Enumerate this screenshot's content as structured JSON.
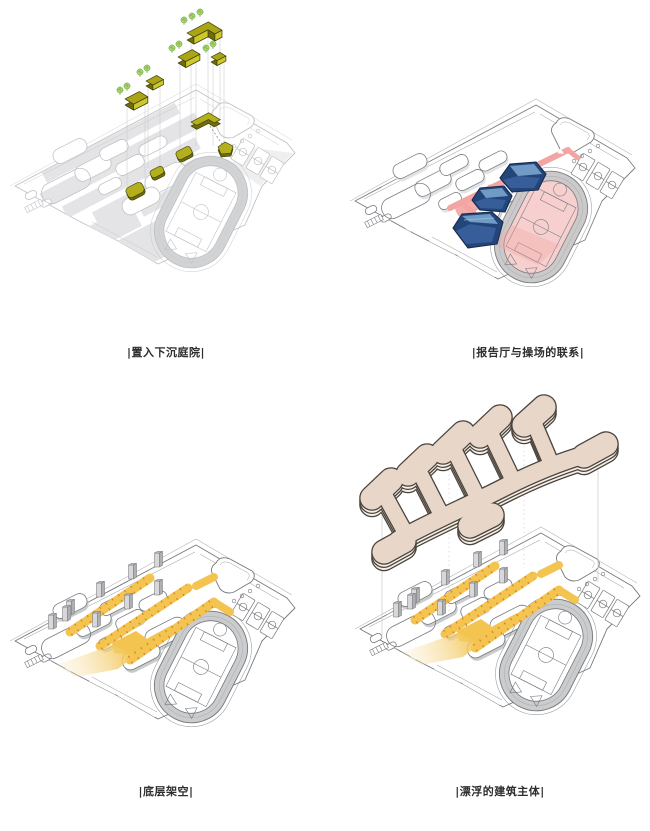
{
  "page": {
    "background": "#ffffff"
  },
  "colors": {
    "caption": "#2e2e2e",
    "line-light": "#bfc2c5",
    "line-dark": "#75787c",
    "band-gray": "#e4e4e6",
    "ring-gray": "#cfd0d2",
    "olive-top": "#a9a516",
    "olive-bright": "#cdc72e",
    "olive-dark": "#6f6c0c",
    "olive-outline": "#3a3906",
    "olive-plan": "#b3af1d",
    "tree-green": "#a8d469",
    "tree-dark": "#5f9b3c",
    "pink": "#f2a5a2",
    "pink-light": "#f7cfcd",
    "blue-deep": "#24457a",
    "blue-mid": "#3c64a0",
    "blue-light": "#7aa4cf",
    "blue-outline": "#132a50",
    "yellow": "#f3c44f",
    "yellow-pale": "#f8e9c4",
    "orange": "#dd7f27",
    "tower-front": "#d8d8da",
    "tower-side": "#aeb0b3",
    "tower-top": "#c9cbcd",
    "slab-top": "#e8d7c9",
    "slab-side": "#f5efe8",
    "slab-outline": "#4b443d"
  },
  "panels": [
    {
      "id": "sunken-courtyards",
      "caption": "|置入下沉庭院|",
      "features": [
        "site-plan",
        "running-track",
        "basketball-courts",
        "floating-olive-volumes",
        "trees",
        "drop-lines"
      ]
    },
    {
      "id": "hall-playground-link",
      "caption": "|报告厅与操场的联系|",
      "features": [
        "site-plan",
        "running-track",
        "pink-circulation-paths",
        "pink-infield",
        "auditorium-volumes",
        "direction-arrows"
      ]
    },
    {
      "id": "ground-piloti",
      "caption": "|底层架空|",
      "features": [
        "site-plan",
        "running-track",
        "yellow-piloti-strips",
        "column-ticks",
        "core-towers",
        "yellow-spill-fan"
      ]
    },
    {
      "id": "floating-mass",
      "caption": "|漂浮的建筑主体|",
      "features": [
        "site-plan",
        "running-track",
        "yellow-piloti-strips",
        "core-towers",
        "floating-branching-slab",
        "projection-lines"
      ]
    }
  ]
}
